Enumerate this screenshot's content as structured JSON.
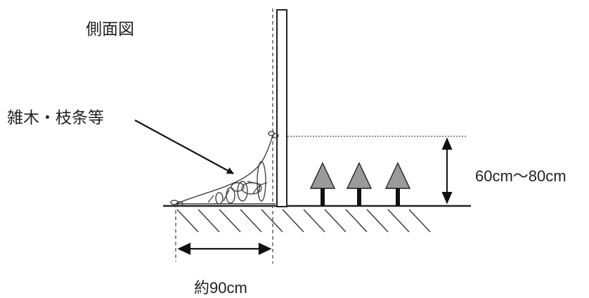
{
  "diagram": {
    "title": "側面図",
    "brush_label": "雑木・枝条等",
    "height_label": "60cm〜80cm",
    "width_label": "約90cm",
    "trees": [
      "seedling",
      "seedling",
      "seedling"
    ]
  }
}
